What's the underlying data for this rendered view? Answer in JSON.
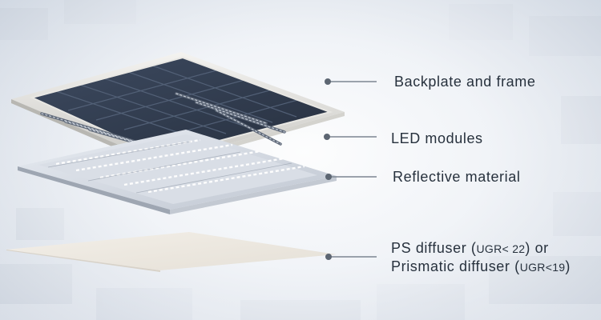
{
  "labels": {
    "backplate": "Backplate and frame",
    "led": "LED modules",
    "reflective": "Reflective material",
    "diffuser_line1_a": "PS diffuser (",
    "diffuser_line1_b": "UGR< 22",
    "diffuser_line1_c": ") or",
    "diffuser_line2_a": "Prismatic diffuser (",
    "diffuser_line2_b": "UGR<19",
    "diffuser_line2_c": ")"
  },
  "colors": {
    "text": "#27313d",
    "leader": "#7c8591",
    "dot": "#5d6672",
    "panel_dark": "#2f3b4f",
    "frame": "#ecebe8",
    "diffuser": "#f1eee8"
  }
}
